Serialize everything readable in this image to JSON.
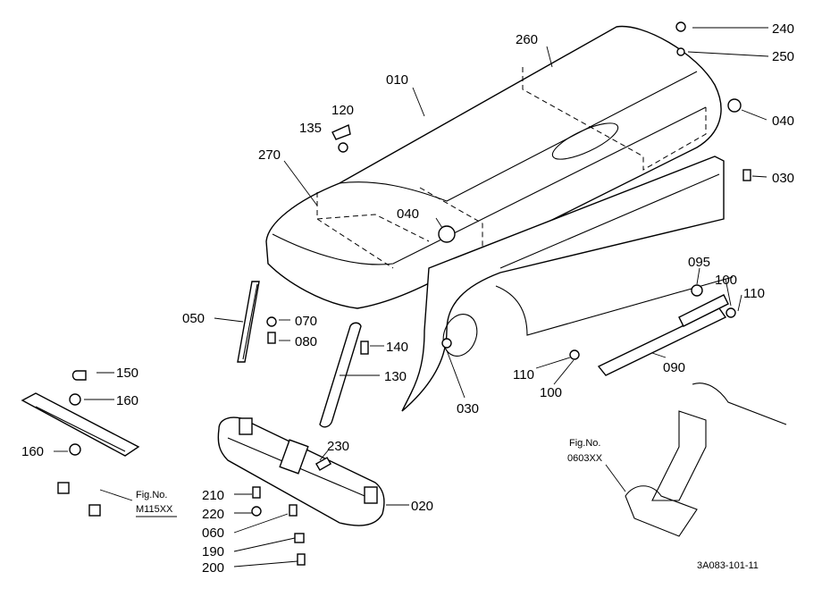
{
  "callouts": {
    "c010": "010",
    "c020": "020",
    "c030a": "030",
    "c030b": "030",
    "c040a": "040",
    "c040b": "040",
    "c050": "050",
    "c060": "060",
    "c070": "070",
    "c080": "080",
    "c090": "090",
    "c095": "095",
    "c100a": "100",
    "c100b": "100",
    "c110a": "110",
    "c110b": "110",
    "c120": "120",
    "c130": "130",
    "c135": "135",
    "c140": "140",
    "c150": "150",
    "c160a": "160",
    "c160b": "160",
    "c190": "190",
    "c200": "200",
    "c210": "210",
    "c220": "220",
    "c230": "230",
    "c240": "240",
    "c250": "250",
    "c260": "260",
    "c270": "270"
  },
  "references": {
    "fig_label_left": "Fig.No.",
    "fig_number_left": "M115XX",
    "fig_label_right": "Fig.No.",
    "fig_number_right": "0603XX"
  },
  "drawing_code": "3A083-101-11"
}
